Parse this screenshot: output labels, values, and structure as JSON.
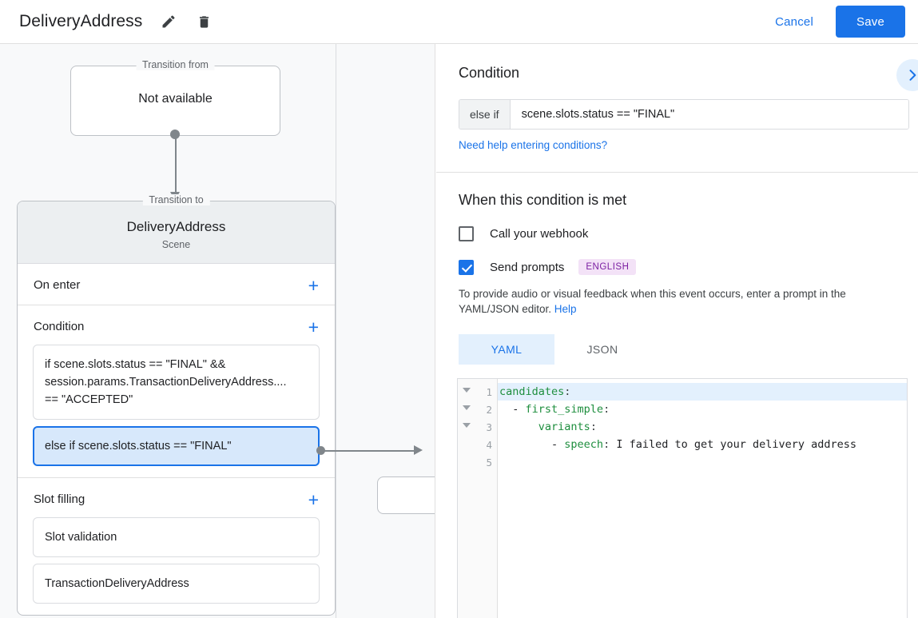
{
  "topbar": {
    "title": "DeliveryAddress",
    "edit_icon": "pencil-icon",
    "delete_icon": "trash-icon",
    "cancel_label": "Cancel",
    "save_label": "Save",
    "accent_color": "#1a73e8"
  },
  "canvas": {
    "transition_from": {
      "legend": "Transition from",
      "value": "Not available"
    },
    "transition_to": {
      "legend": "Transition to",
      "name": "DeliveryAddress",
      "subtitle": "Scene"
    },
    "sections": [
      {
        "title": "On enter",
        "add_label": "+",
        "items": []
      },
      {
        "title": "Condition",
        "add_label": "+",
        "items": [
          "if scene.slots.status == \"FINAL\" &&\nsession.params.TransactionDeliveryAddress....\n== \"ACCEPTED\"",
          "else if scene.slots.status == \"FINAL\""
        ],
        "selected_index": 1
      },
      {
        "title": "Slot filling",
        "add_label": "+",
        "items": [
          "Slot validation",
          "TransactionDeliveryAddress"
        ]
      }
    ]
  },
  "panel": {
    "condition": {
      "heading": "Condition",
      "prefix": "else if",
      "value": "scene.slots.status == \"FINAL\"",
      "help_link": "Need help entering conditions?",
      "expand_icon": "chevron-right-icon"
    },
    "when_met": {
      "heading": "When this condition is met",
      "webhook": {
        "label": "Call your webhook",
        "checked": false
      },
      "send_prompts": {
        "label": "Send prompts",
        "checked": true,
        "badge": "ENGLISH",
        "badge_bg": "#f3e2f7",
        "badge_color": "#7b1fa2"
      },
      "description": "To provide audio or visual feedback when this event occurs, enter a prompt in the YAML/JSON editor. ",
      "description_link": "Help"
    },
    "editor": {
      "tabs": [
        {
          "label": "YAML",
          "active": true
        },
        {
          "label": "JSON",
          "active": false
        }
      ],
      "lines": [
        {
          "number": "1",
          "fold": true,
          "highlight": true,
          "key": "candidates",
          "indent": "",
          "dash": "",
          "value": ""
        },
        {
          "number": "2",
          "fold": true,
          "highlight": false,
          "key": "first_simple",
          "indent": "  ",
          "dash": "- ",
          "value": ""
        },
        {
          "number": "3",
          "fold": true,
          "highlight": false,
          "key": "variants",
          "indent": "      ",
          "dash": "",
          "value": ""
        },
        {
          "number": "4",
          "fold": false,
          "highlight": false,
          "key": "speech",
          "indent": "        ",
          "dash": "- ",
          "value": " I failed to get your delivery address"
        },
        {
          "number": "5",
          "fold": false,
          "highlight": false,
          "key": "",
          "indent": "",
          "dash": "",
          "value": ""
        }
      ]
    }
  }
}
